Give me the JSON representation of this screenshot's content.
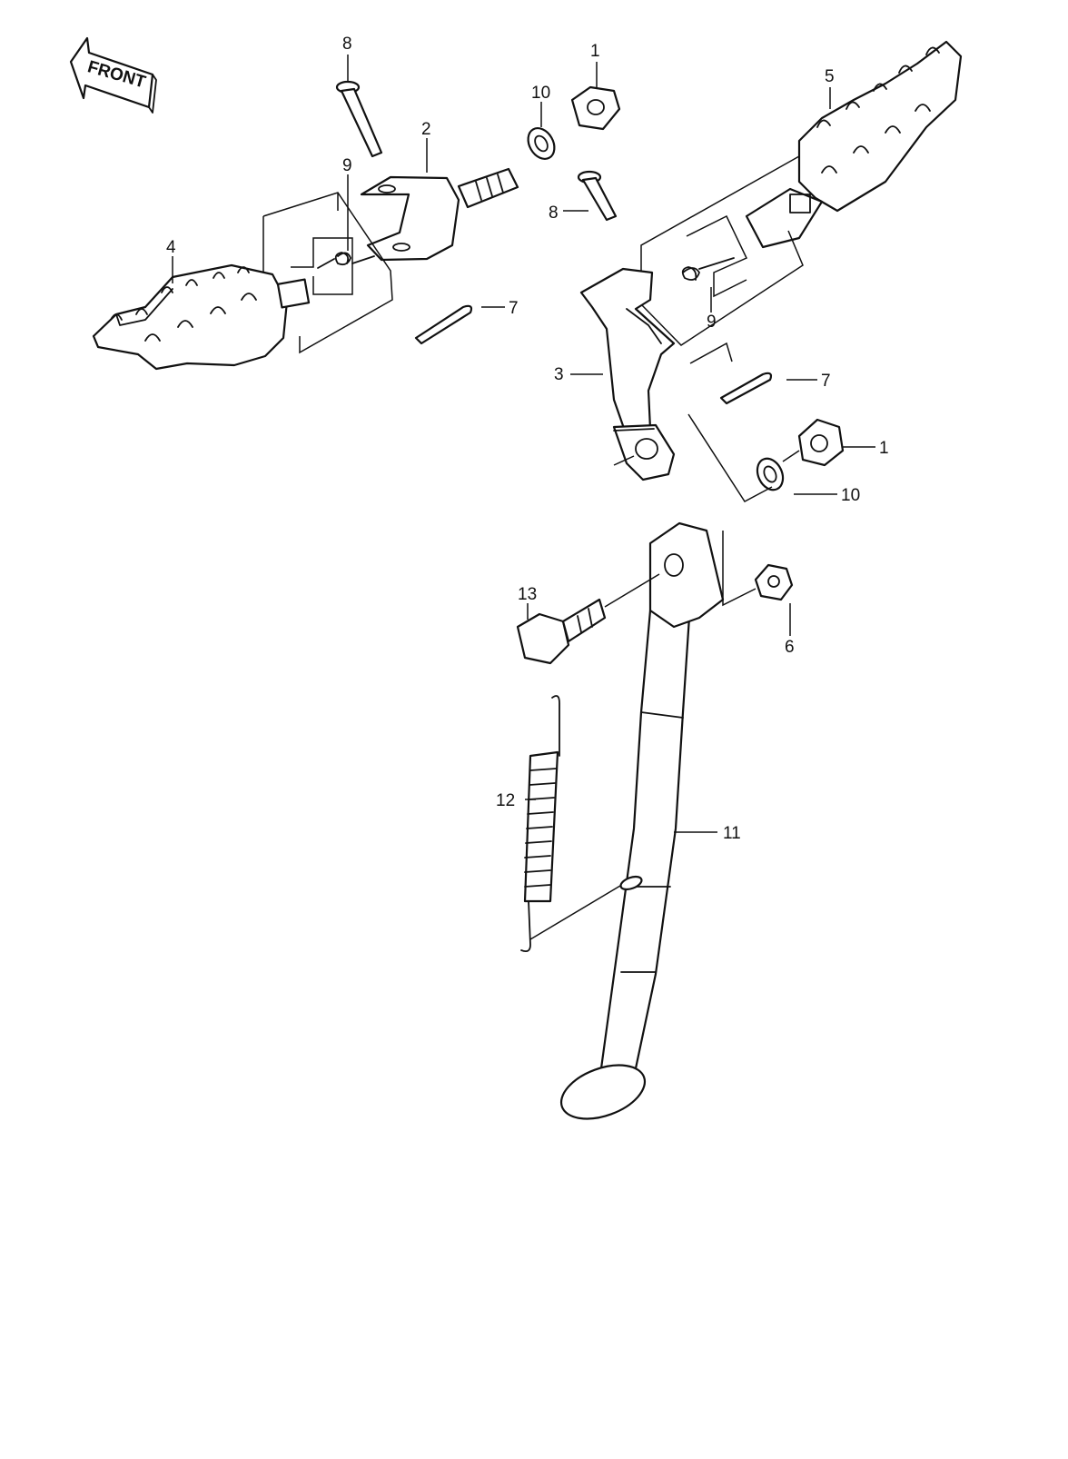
{
  "front_arrow": {
    "label": "FRONT"
  },
  "callouts": {
    "c1_top": "1",
    "c10_top": "10",
    "c8_top": "8",
    "c2": "2",
    "c9_left": "9",
    "c4": "4",
    "c7_left": "7",
    "c5": "5",
    "c8_right": "8",
    "c9_right": "9",
    "c3": "3",
    "c7_right": "7",
    "c1_right": "1",
    "c10_right": "10",
    "c13": "13",
    "c6": "6",
    "c12": "12",
    "c11": "11"
  }
}
